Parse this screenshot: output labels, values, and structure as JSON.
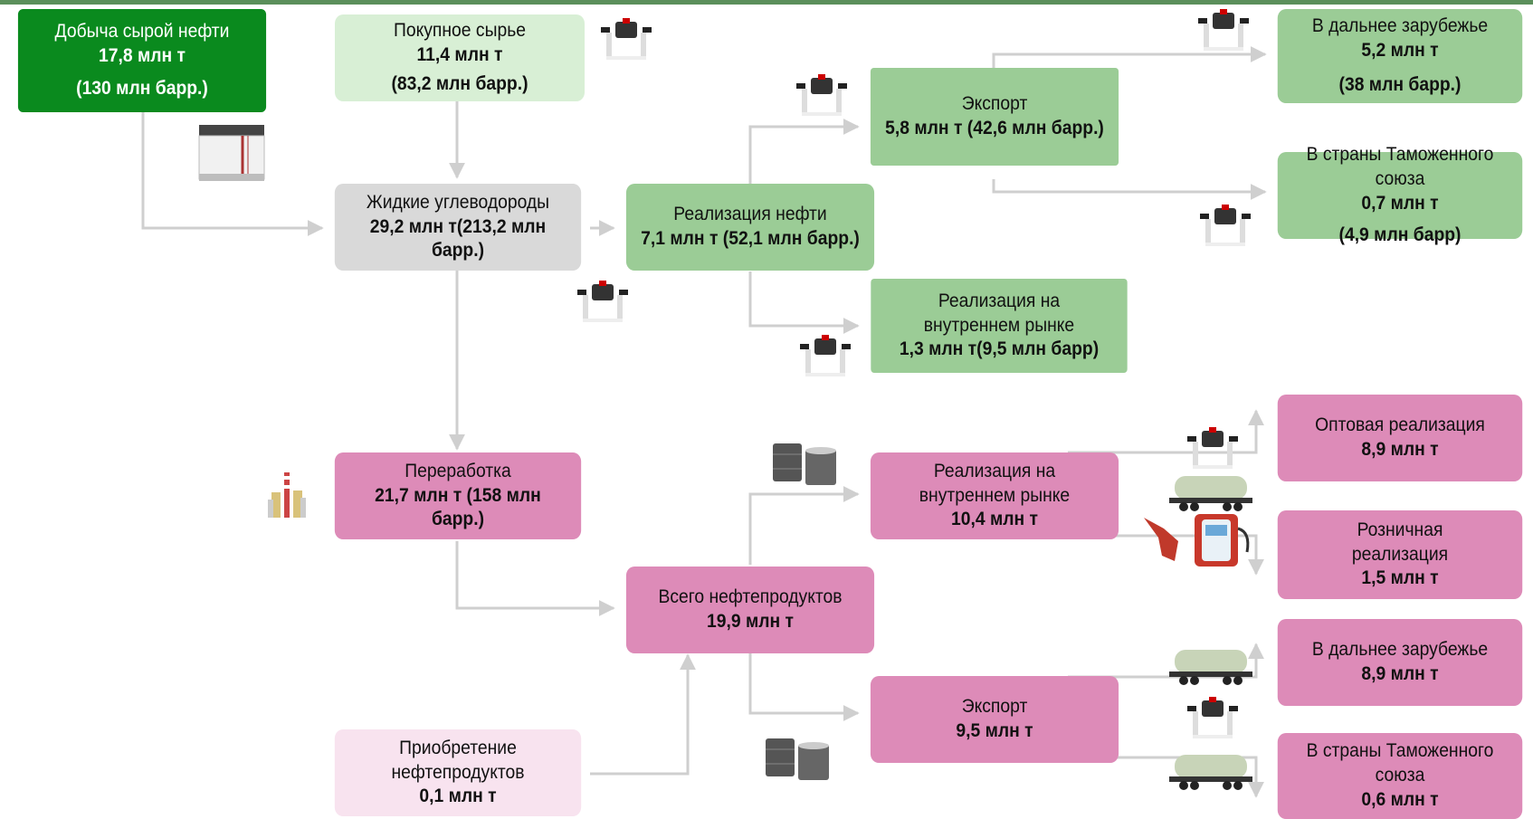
{
  "diagram": {
    "crude_production": {
      "label": "Добыча сырой нефти",
      "value": "17,8 млн т",
      "value2": "(130 млн барр.)"
    },
    "purchased_raw": {
      "label": "Покупное сырье",
      "value": "11,4 млн т",
      "value2": "(83,2 млн барр.)"
    },
    "liquid_hc": {
      "label": "Жидкие углеводороды",
      "value": "29,2 млн т(213,2 млн барр.)"
    },
    "oil_sales": {
      "label": "Реализация нефти",
      "value": "7,1 млн т (52,1 млн барр.)"
    },
    "oil_export": {
      "label": "Экспорт",
      "value": "5,8 млн т (42,6 млн барр.)"
    },
    "oil_far_abroad": {
      "label": "В дальнее зарубежье",
      "value": "5,2 млн т",
      "value2": "(38 млн барр.)"
    },
    "oil_customs_union": {
      "label": "В страны Таможенного союза",
      "value": "0,7 млн т",
      "value2": "(4,9 млн барр)"
    },
    "oil_domestic": {
      "label": "Реализация на внутреннем рынке",
      "value": "1,3 млн т(9,5 млн барр)"
    },
    "refining": {
      "label": "Переработка",
      "value": "21,7 млн т (158 млн барр.)"
    },
    "total_products": {
      "label": "Всего нефтепродуктов",
      "value": "19,9 млн т"
    },
    "purchase_products": {
      "label": "Приобретение нефтепродуктов",
      "value": "0,1 млн т"
    },
    "products_domestic": {
      "label": "Реализация на внутреннем рынке",
      "value": "10,4 млн т"
    },
    "products_export": {
      "label": "Экспорт",
      "value": "9,5 млн т"
    },
    "wholesale": {
      "label": "Оптовая реализация",
      "value": "8,9 млн т"
    },
    "retail": {
      "label": "Розничная реализация",
      "value": "1,5 млн т"
    },
    "prod_far_abroad": {
      "label": "В дальнее зарубежье",
      "value": "8,9 млн т"
    },
    "prod_customs_union": {
      "label": "В страны Таможенного союза",
      "value": "0,6 млн т"
    }
  },
  "colors": {
    "dark_green": "#0a8a1e",
    "light_green": "#d8efd5",
    "green": "#9bcc96",
    "grey": "#d9d9d9",
    "pink": "#dd8bb8",
    "light_pink": "#f8e3ef",
    "connector": "#cfcfcf"
  },
  "icons": [
    "pipeline-valve-icon",
    "storage-tank-icon",
    "refinery-icon",
    "oil-barrels-icon",
    "rail-tank-car-icon",
    "fuel-pump-icon"
  ]
}
